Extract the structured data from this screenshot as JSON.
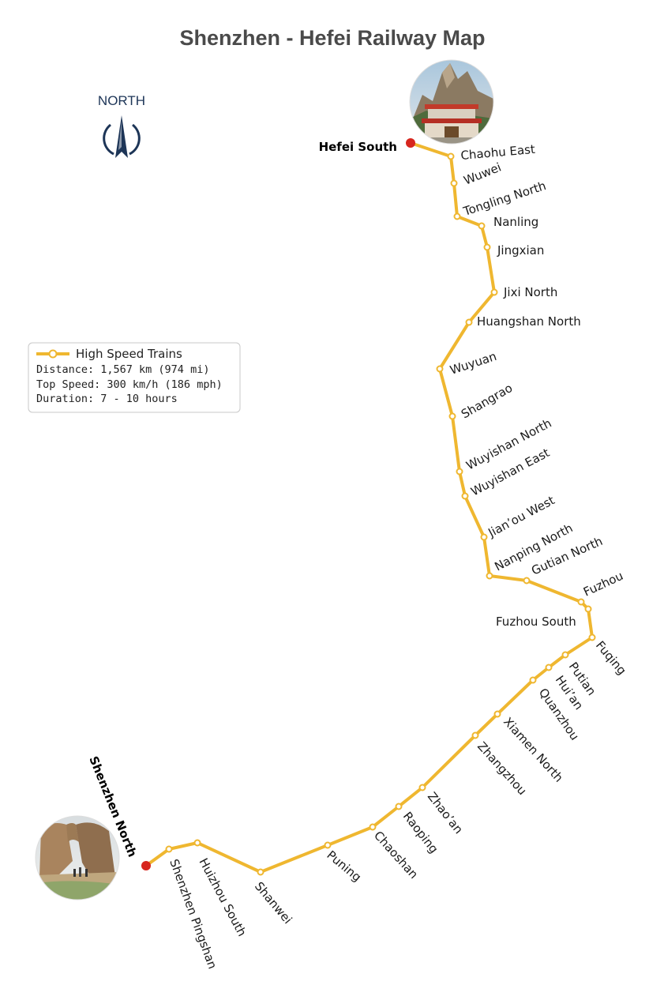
{
  "title": "Shenzhen - Hefei Railway Map",
  "compass": {
    "label": "NORTH",
    "color": "#1d3557",
    "icon": "north-arrow-icon"
  },
  "colors": {
    "line": "#efb730",
    "station_fill": "#ffffff",
    "terminal": "#d7261e",
    "legend_border": "#c8c8c8"
  },
  "legend": {
    "line_label": "High Speed Trains",
    "distance": "Distance: 1,567 km (974 mi)",
    "top_speed": "Top Speed: 300 km/h (186 mph)",
    "duration": "Duration: 7 - 10 hours"
  },
  "terminals": {
    "north": "Hefei South",
    "south": "Shenzhen North"
  },
  "stations": [
    "Chaohu East",
    "Wuwei",
    "Tongling North",
    "Nanling",
    "Jingxian",
    "Jixi North",
    "Huangshan North",
    "Wuyuan",
    "Shangrao",
    "Wuyishan North",
    "Wuyishan East",
    "Jian’ou West",
    "Nanping North",
    "Gutian North",
    "Fuzhou",
    "Fuzhou South",
    "Fuqing",
    "Putian",
    "Hui’an",
    "Quanzhou",
    "Xiamen North",
    "Zhangzhou",
    "Zhao’an",
    "Raoping",
    "Chaoshan",
    "Puning",
    "Shanwei",
    "Huizhou South",
    "Shenzhen Pingshan"
  ],
  "photos": {
    "north": "temple-photo-icon",
    "south": "rock-arch-photo-icon"
  }
}
